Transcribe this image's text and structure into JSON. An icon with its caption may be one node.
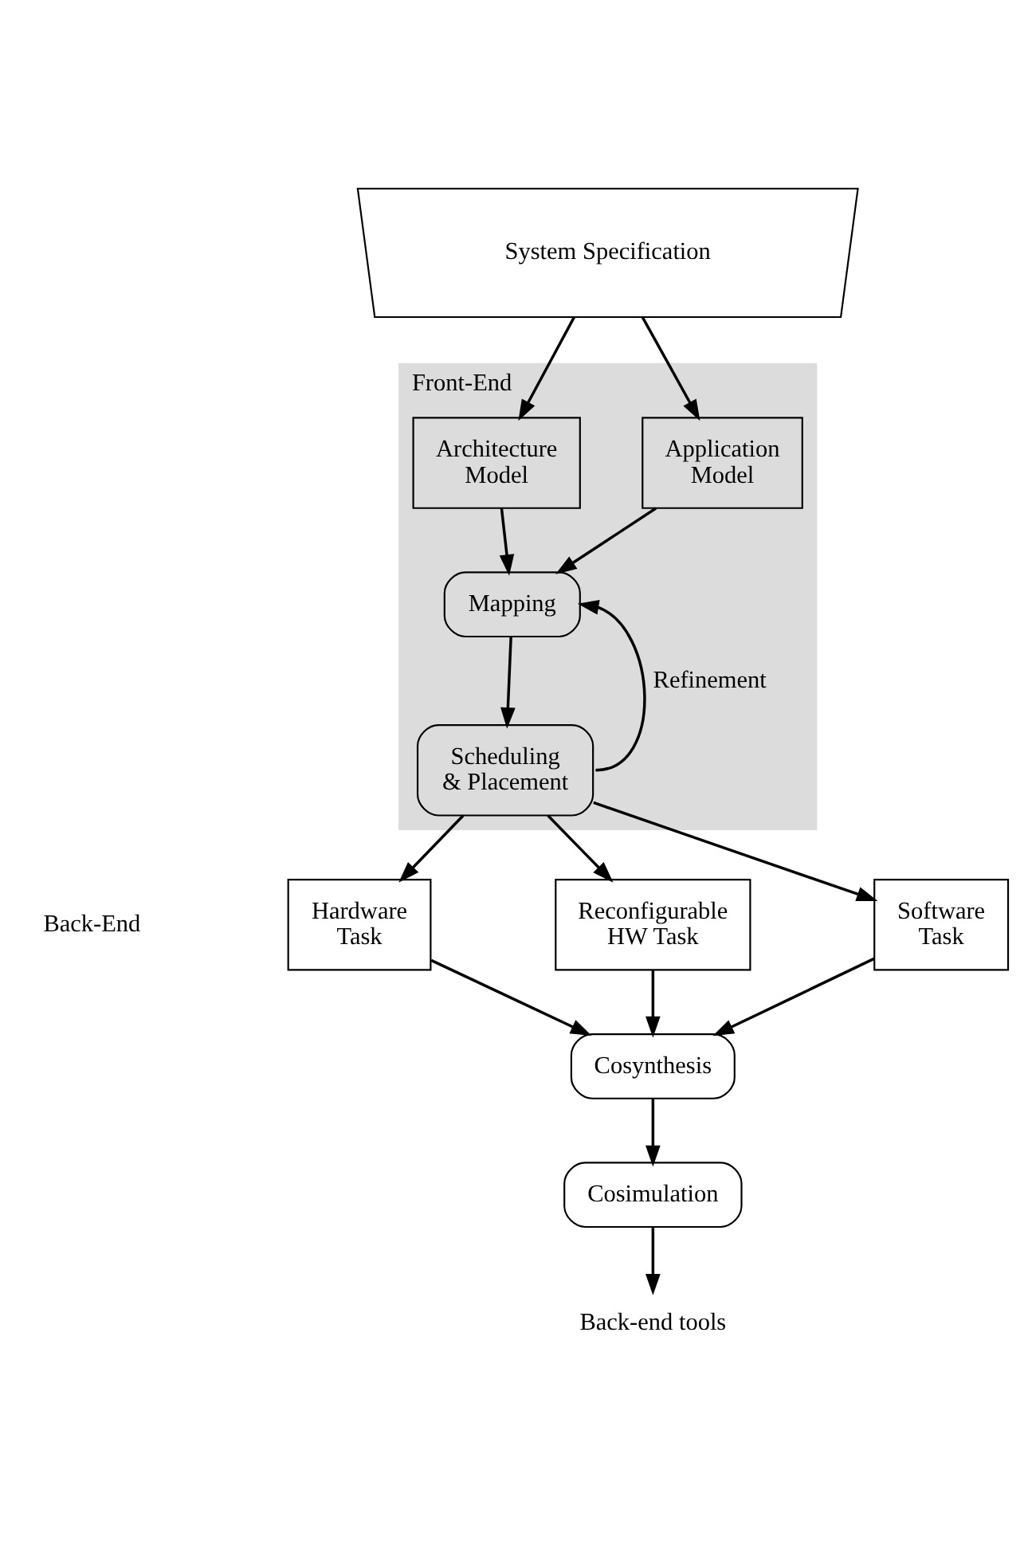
{
  "diagram": {
    "nodes": [
      {
        "text": [
          "Front-End"
        ]
      },
      {
        "text": [
          "System Specification"
        ]
      },
      {
        "text": [
          "Architecture Model"
        ],
        "in": 0
      },
      {
        "text": [
          "Application Model"
        ],
        "in": 0
      },
      {
        "text": [
          "Mapping"
        ],
        "in": 0
      },
      {
        "text": [
          "Scheduling & Placement"
        ],
        "in": 0
      },
      {
        "text": [
          "Hardware Task"
        ]
      },
      {
        "text": [
          "Reconfigurable HW Task"
        ]
      },
      {
        "text": [
          "Software Task"
        ]
      },
      {
        "text": [
          "Cosynthesis"
        ]
      },
      {
        "text": [
          "Cosimulation"
        ]
      },
      {
        "text": [
          "Back-end tools"
        ]
      }
    ],
    "edges": [
      {
        "from": 1,
        "to": 2,
        "arrow": "to"
      },
      {
        "from": 1,
        "to": 3,
        "arrow": "to"
      },
      {
        "from": 2,
        "to": 4,
        "arrow": "to"
      },
      {
        "from": 3,
        "to": 4,
        "arrow": "to"
      },
      {
        "from": 4,
        "to": 5,
        "arrow": "to"
      },
      {
        "from": 5,
        "to": 4,
        "arrow": "to",
        "label": "Refinement"
      },
      {
        "from": 5,
        "to": 6,
        "arrow": "to"
      },
      {
        "from": 5,
        "to": 7,
        "arrow": "to"
      },
      {
        "from": 5,
        "to": 8,
        "arrow": "to"
      },
      {
        "from": 6,
        "to": 9,
        "arrow": "to"
      },
      {
        "from": 7,
        "to": 9,
        "arrow": "to"
      },
      {
        "from": 8,
        "to": 9,
        "arrow": "to"
      },
      {
        "from": 9,
        "to": 10,
        "arrow": "to"
      },
      {
        "from": 10,
        "to": 11,
        "arrow": "to"
      }
    ],
    "labels": [
      "Back-End"
    ]
  }
}
